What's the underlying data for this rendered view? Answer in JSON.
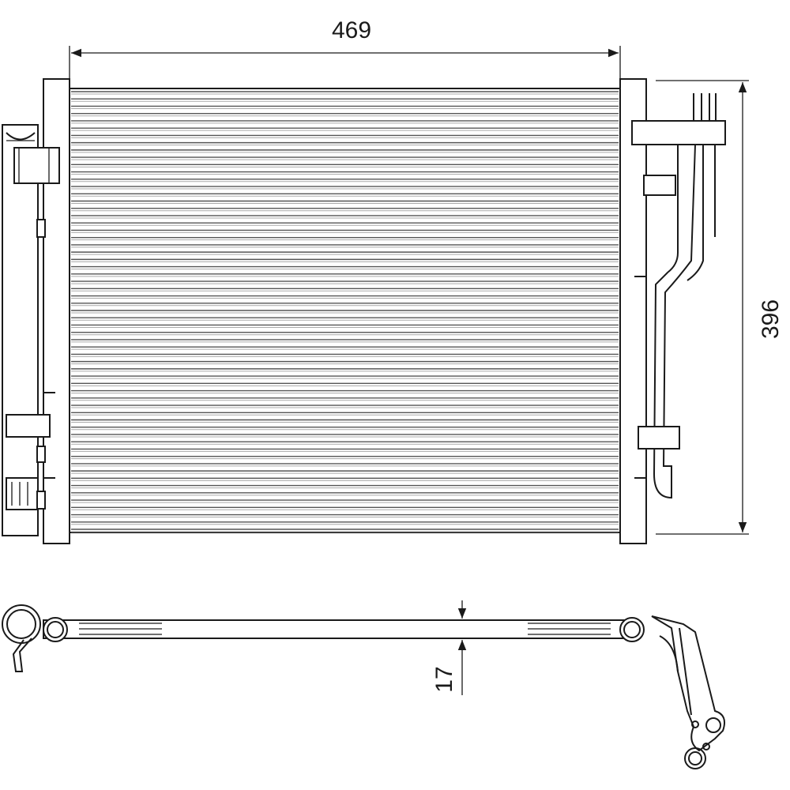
{
  "drawing": {
    "dimensions": {
      "width": "469",
      "height": "396",
      "thickness": "17"
    },
    "line_color": "#1a1a1a",
    "background": "#ffffff",
    "fin_count": 60
  }
}
